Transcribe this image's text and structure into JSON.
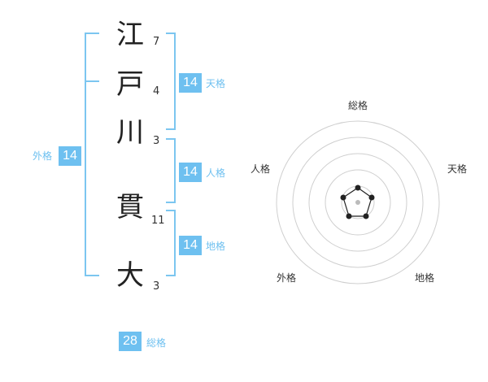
{
  "name_chars": [
    {
      "char": "江",
      "strokes": "7"
    },
    {
      "char": "戸",
      "strokes": "4"
    },
    {
      "char": "川",
      "strokes": "3"
    },
    {
      "char": "貫",
      "strokes": "11"
    },
    {
      "char": "大",
      "strokes": "3"
    }
  ],
  "kakusu": {
    "tenkaku": {
      "value": "14",
      "label": "天格"
    },
    "jinkaku": {
      "value": "14",
      "label": "人格"
    },
    "chikaku": {
      "value": "14",
      "label": "地格"
    },
    "gaikaku": {
      "value": "14",
      "label": "外格"
    },
    "soukaku": {
      "value": "28",
      "label": "総格"
    }
  },
  "radar": {
    "labels": {
      "top": "総格",
      "right": "天格",
      "left": "人格",
      "bottom_left": "外格",
      "bottom_right": "地格"
    },
    "accent_color": "#6ec0f0"
  }
}
